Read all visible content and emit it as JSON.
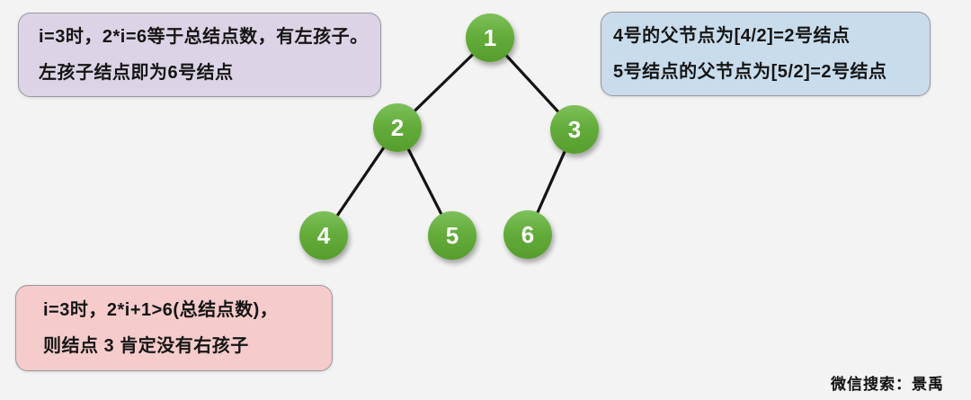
{
  "canvas": {
    "background_color": "#f3f3f3"
  },
  "annotations": {
    "left_child_note": {
      "fill": "#ddd3e6",
      "lines": {
        "line1": "i=3时，2*i=6等于总结点数，有左孩子。",
        "line2": "左孩子结点即为6号结点"
      }
    },
    "parent_note": {
      "fill": "#c9dcec",
      "lines": {
        "line1": "4号的父节点为[4/2]=2号结点",
        "line2": "5号结点的父节点为[5/2]=2号结点"
      }
    },
    "right_child_note": {
      "fill": "#f5cbcb",
      "lines": {
        "line1": "i=3时，2*i+1>6(总结点数)，",
        "line2": "则结点 3 肯定没有右孩子"
      }
    }
  },
  "tree": {
    "type": "binary-tree",
    "node_fill": "#61ab38",
    "node_text_color": "#ffffff",
    "edge_color": "#141414",
    "nodes": {
      "n1": {
        "label": "1"
      },
      "n2": {
        "label": "2"
      },
      "n3": {
        "label": "3"
      },
      "n4": {
        "label": "4"
      },
      "n5": {
        "label": "5"
      },
      "n6": {
        "label": "6"
      }
    },
    "edges": [
      "1-2",
      "1-3",
      "2-4",
      "2-5",
      "3-6"
    ]
  },
  "watermark": {
    "text": "微信搜索：景禹"
  }
}
